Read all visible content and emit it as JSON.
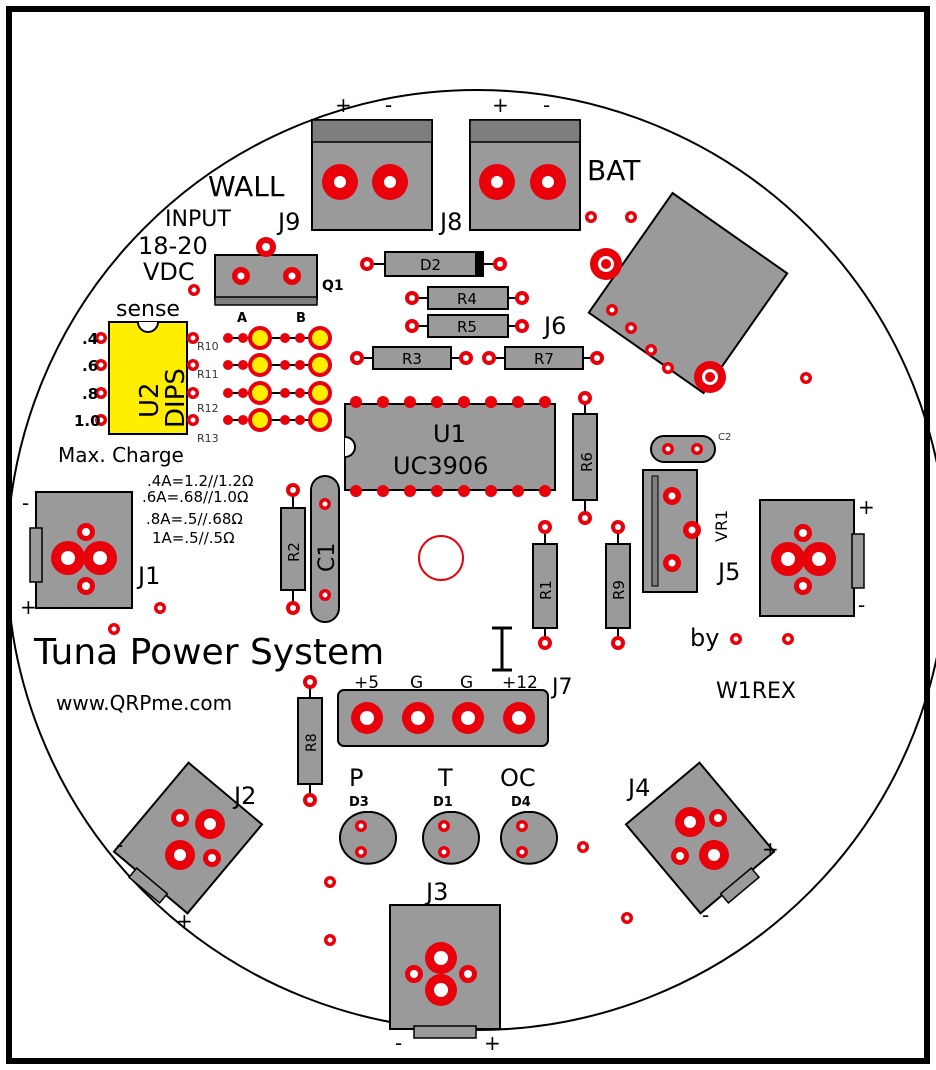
{
  "colors": {
    "pad": "#e8000b",
    "body": "#9a9a9a",
    "outline": "#000000",
    "dips": "#ffee00"
  },
  "labels": {
    "wall": "WALL",
    "input": "INPUT",
    "voltage": "18-20",
    "vdc": "VDC",
    "j9": "J9",
    "j8": "J8",
    "bat": "BAT",
    "q1": "Q1",
    "d2": "D2",
    "r4": "R4",
    "r5": "R5",
    "j6": "J6",
    "r3": "R3",
    "r7": "R7",
    "sense": "sense",
    "u2": "U2",
    "dips": "DIPS",
    "col_a": "A",
    "col_b": "B",
    "r10": "R10",
    "r11": "R11",
    "r12": "R12",
    "r13": "R13",
    "dip_4": ".4",
    "dip_6": ".6",
    "dip_8": ".8",
    "dip_10": "1.0",
    "max_charge": "Max. Charge",
    "charge_1": ".4A=1.2//1.2Ω",
    "charge_2": ".6A=.68//1.0Ω",
    "charge_3": ".8A=.5//.68Ω",
    "charge_4": "1A=.5//.5Ω",
    "u1": "U1",
    "uc3906": "UC3906",
    "r6": "R6",
    "c2": "C2",
    "vr1": "VR1",
    "j1": "J1",
    "j1_minus": "-",
    "j1_plus": "+",
    "r2": "R2",
    "c1": "C1",
    "r1": "R1",
    "r9": "R9",
    "j5": "J5",
    "j5_plus": "+",
    "j5_minus": "-",
    "title": "Tuna Power System",
    "by": "by",
    "w1rex": "W1REX",
    "website": "www.QRPme.com",
    "plus5": "+5",
    "g1": "G",
    "g2": "G",
    "plus12": "+12",
    "j7": "J7",
    "r8": "R8",
    "j2": "J2",
    "j2_minus": "-",
    "j2_plus": "+",
    "p": "P",
    "t": "T",
    "oc": "OC",
    "d3": "D3",
    "d1": "D1",
    "d4": "D4",
    "j4": "J4",
    "j4_plus": "+",
    "j4_minus": "-",
    "j3": "J3",
    "j3_minus": "-",
    "j3_plus": "+",
    "wall_plus": "+",
    "wall_minus": "-",
    "bat_plus": "+",
    "bat_minus": "-"
  }
}
